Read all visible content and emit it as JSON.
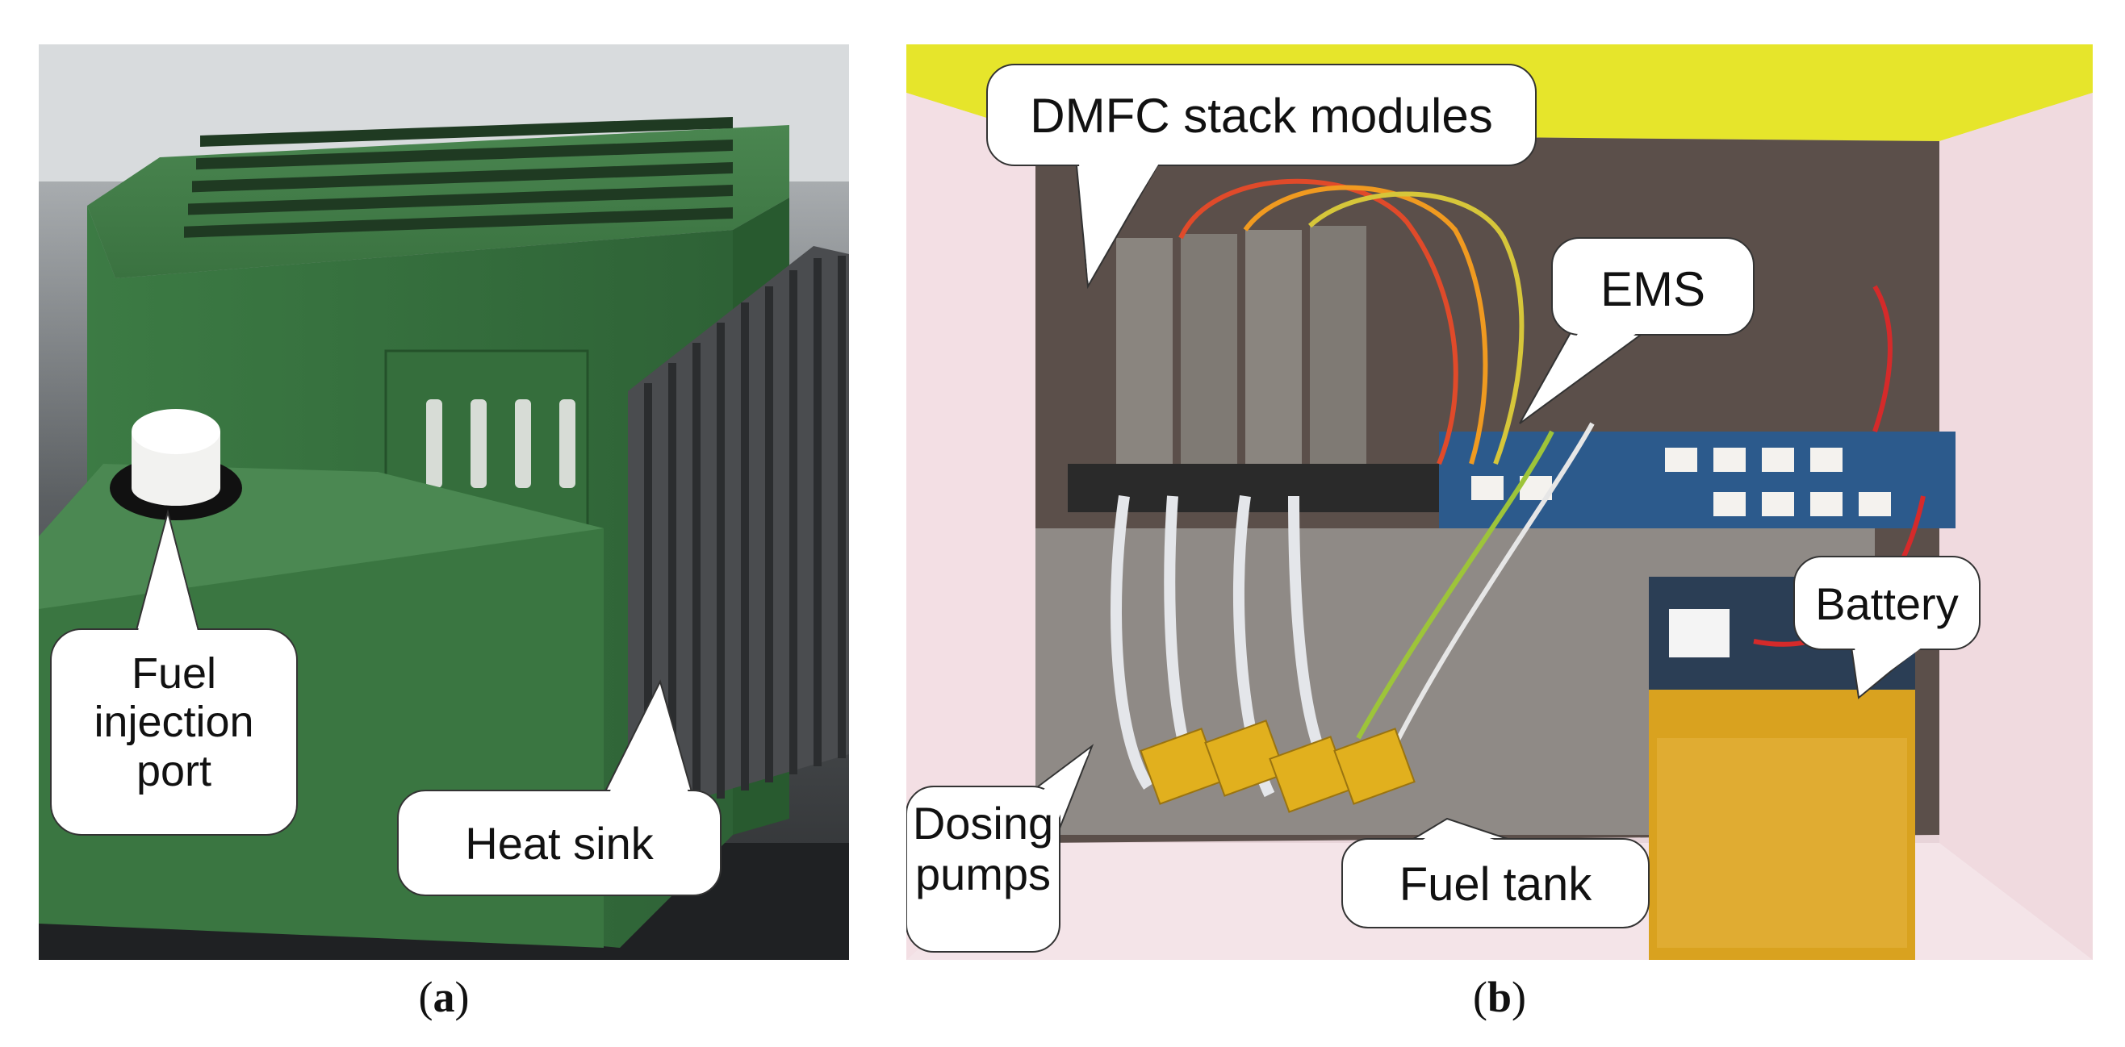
{
  "panels": [
    {
      "id": "a",
      "caption_open": "(",
      "caption_letter": "a",
      "caption_close": ")",
      "labels": {
        "fuel_port": [
          "Fuel",
          "injection",
          "port"
        ],
        "heat_sink": "Heat sink"
      }
    },
    {
      "id": "b",
      "caption_open": "(",
      "caption_letter": "b",
      "caption_close": ")",
      "labels": {
        "dmfc": "DMFC stack modules",
        "ems": "EMS",
        "battery": "Battery",
        "dosing": [
          "Dosing",
          "pumps"
        ],
        "fuel_tank": "Fuel tank"
      }
    }
  ],
  "colors": {
    "enclosure_green": "#3f7a45",
    "enclosure_pink": "#f2dde2",
    "lid_yellow": "#e9ea2a",
    "battery_amber": "#d9a21f",
    "board_blue": "#2c5a8c"
  }
}
